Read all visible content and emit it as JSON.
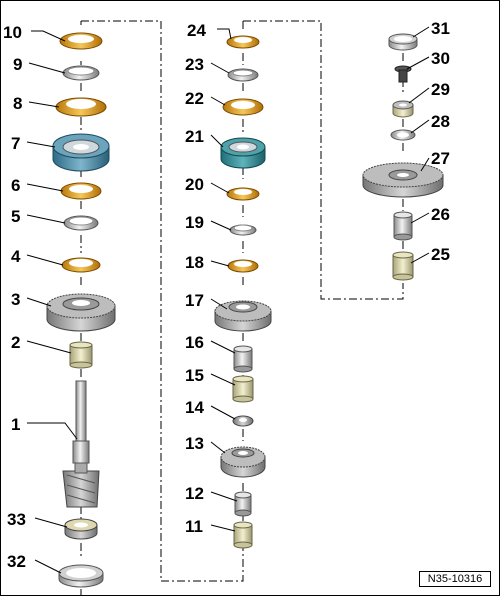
{
  "diagram": {
    "reference": "N35-10316",
    "labels": {
      "p1": "1",
      "p2": "2",
      "p3": "3",
      "p4": "4",
      "p5": "5",
      "p6": "6",
      "p7": "7",
      "p8": "8",
      "p9": "9",
      "p10": "10",
      "p11": "11",
      "p12": "12",
      "p13": "13",
      "p14": "14",
      "p15": "15",
      "p16": "16",
      "p17": "17",
      "p18": "18",
      "p19": "19",
      "p20": "20",
      "p21": "21",
      "p22": "22",
      "p23": "23",
      "p24": "24",
      "p25": "25",
      "p26": "26",
      "p27": "27",
      "p28": "28",
      "p29": "29",
      "p30": "30",
      "p31": "31",
      "p32": "32",
      "p33": "33"
    },
    "colors": {
      "synchro_ring": "#e0a020",
      "steel_ring": "#c8c8c8",
      "sleeve": "#4a8aa8",
      "gear": "#a9a9a9",
      "bearing": "#d8d4a8",
      "leader": "#000000"
    }
  }
}
